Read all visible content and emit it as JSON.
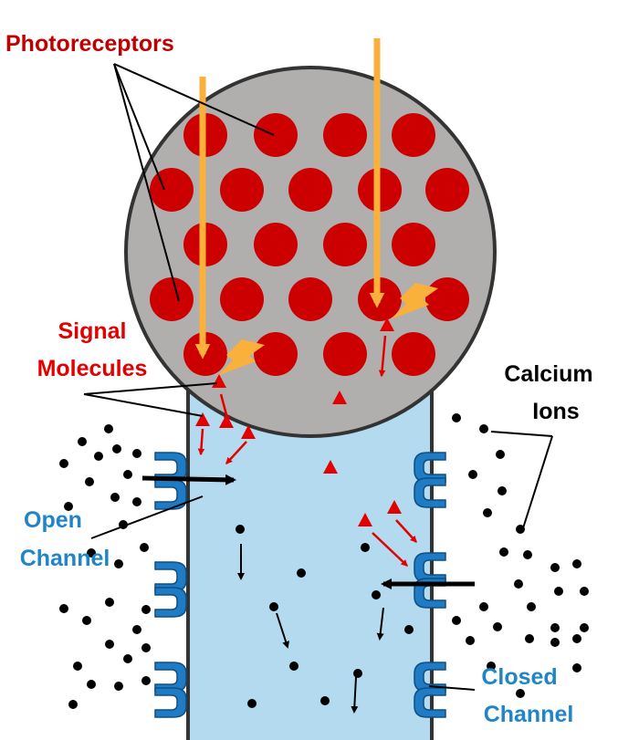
{
  "labels": {
    "photoreceptors": "Photoreceptors",
    "signal_line1": "Signal",
    "signal_line2": "Molecules",
    "calcium_line1": "Calcium",
    "calcium_line2": "Ions",
    "open_line1": "Open",
    "open_line2": "Channel",
    "closed_line1": "Closed",
    "closed_line2": "Channel"
  },
  "colors": {
    "photoreceptor": "#cc0000",
    "signal_molecule": "#e30000",
    "light_ray": "#fbb03b",
    "cell_body": "#b1aeae",
    "cytoplasm": "#b4daef",
    "channel": "#1f7cc4",
    "label_red": "#c00000",
    "label_blue": "#1f84c8",
    "label_black": "#000000"
  },
  "icons": {
    "light_ray": "arrow-down-icon",
    "activation": "lightning-bolt-icon",
    "ion_flow": "arrow-right-icon"
  }
}
